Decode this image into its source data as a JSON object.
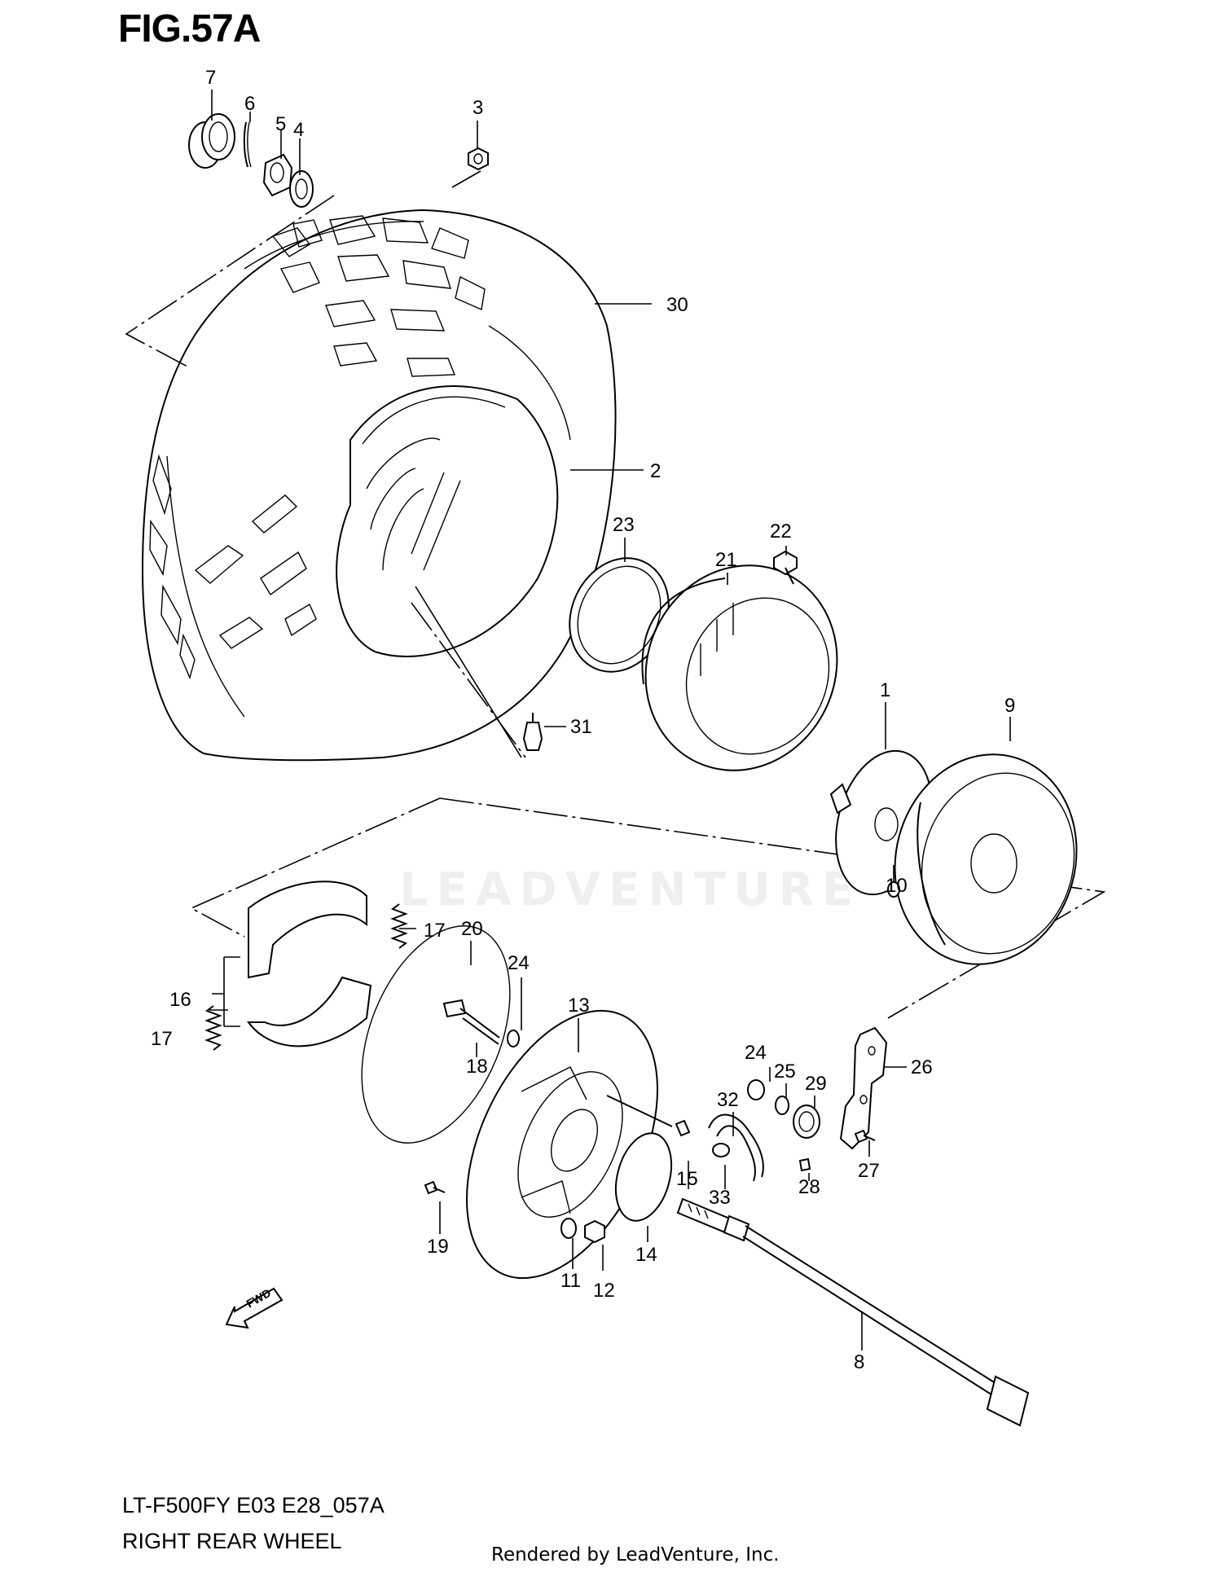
{
  "figure": {
    "title": "FIG.57A",
    "model_code": "LT-F500FY E03 E28_057A",
    "name": "RIGHT REAR WHEEL",
    "rendered_by": "Rendered by LeadVenture, Inc.",
    "watermark": "LEADVENTURE",
    "fwd_label": "FWD"
  },
  "callouts": [
    {
      "id": "c1",
      "label": "1"
    },
    {
      "id": "c2",
      "label": "2"
    },
    {
      "id": "c3",
      "label": "3"
    },
    {
      "id": "c4",
      "label": "4"
    },
    {
      "id": "c5",
      "label": "5"
    },
    {
      "id": "c6",
      "label": "6"
    },
    {
      "id": "c7",
      "label": "7"
    },
    {
      "id": "c8",
      "label": "8"
    },
    {
      "id": "c9",
      "label": "9"
    },
    {
      "id": "c10",
      "label": "10"
    },
    {
      "id": "c11",
      "label": "11"
    },
    {
      "id": "c12",
      "label": "12"
    },
    {
      "id": "c13",
      "label": "13"
    },
    {
      "id": "c14",
      "label": "14"
    },
    {
      "id": "c15",
      "label": "15"
    },
    {
      "id": "c16",
      "label": "16"
    },
    {
      "id": "c17a",
      "label": "17"
    },
    {
      "id": "c17b",
      "label": "17"
    },
    {
      "id": "c18",
      "label": "18"
    },
    {
      "id": "c19",
      "label": "19"
    },
    {
      "id": "c20",
      "label": "20"
    },
    {
      "id": "c21",
      "label": "21"
    },
    {
      "id": "c22",
      "label": "22"
    },
    {
      "id": "c23",
      "label": "23"
    },
    {
      "id": "c24a",
      "label": "24"
    },
    {
      "id": "c24b",
      "label": "24"
    },
    {
      "id": "c25",
      "label": "25"
    },
    {
      "id": "c26",
      "label": "26"
    },
    {
      "id": "c27",
      "label": "27"
    },
    {
      "id": "c28",
      "label": "28"
    },
    {
      "id": "c29",
      "label": "29"
    },
    {
      "id": "c30",
      "label": "30"
    },
    {
      "id": "c31",
      "label": "31"
    },
    {
      "id": "c32",
      "label": "32"
    },
    {
      "id": "c33",
      "label": "33"
    }
  ]
}
